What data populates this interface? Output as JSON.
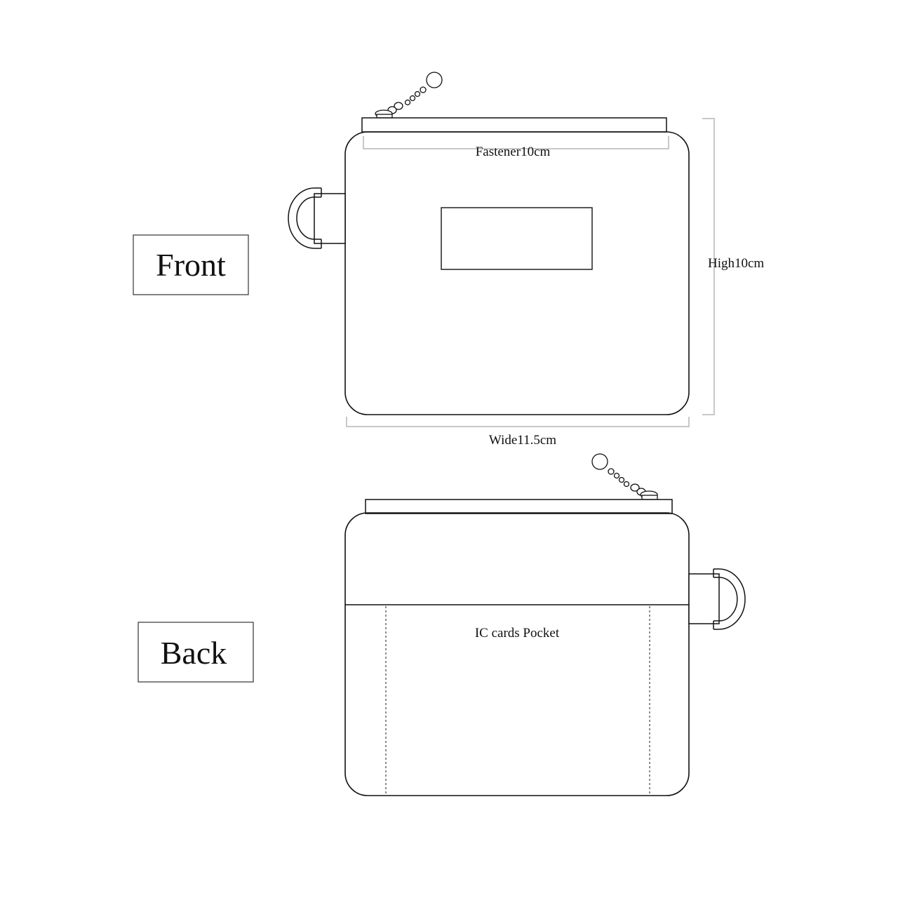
{
  "front": {
    "view_label": "Front",
    "fastener_label": "Fastener10cm",
    "height_label": "High10cm",
    "width_label": "Wide11.5cm"
  },
  "back": {
    "view_label": "Back",
    "pocket_label": "IC cards Pocket"
  },
  "colors": {
    "outline": "#000000",
    "dimension_line": "#c8c8c8"
  }
}
